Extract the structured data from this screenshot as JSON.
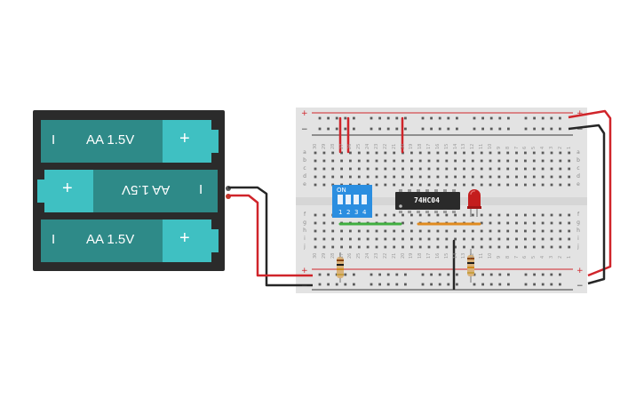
{
  "battery_pack": {
    "cells": [
      {
        "label": "AA 1.5V",
        "negative_symbol": "I",
        "positive_symbol": "+",
        "orientation": "normal"
      },
      {
        "label": "AA 1.5V",
        "negative_symbol": "I",
        "positive_symbol": "+",
        "orientation": "flipped"
      },
      {
        "label": "AA 1.5V",
        "negative_symbol": "I",
        "positive_symbol": "+",
        "orientation": "normal"
      }
    ]
  },
  "dip_switch": {
    "on_label": "ON",
    "switch_numbers": [
      "1",
      "2",
      "3",
      "4"
    ]
  },
  "ic": {
    "label": "74HC04"
  },
  "breadboard": {
    "row_letters_top": [
      "a",
      "b",
      "c",
      "d",
      "e"
    ],
    "row_letters_bottom": [
      "f",
      "g",
      "h",
      "i",
      "j"
    ],
    "column_numbers": [
      "30",
      "29",
      "28",
      "27",
      "26",
      "25",
      "24",
      "23",
      "22",
      "21",
      "20",
      "19",
      "18",
      "17",
      "16",
      "15",
      "14",
      "13",
      "12",
      "11",
      "10",
      "9",
      "8",
      "7",
      "6",
      "5",
      "4",
      "3",
      "2",
      "1"
    ],
    "rail_plus": "+",
    "rail_minus": "−"
  },
  "colors": {
    "board": "#e3e3e3",
    "battery_case": "#2b2b2b",
    "cell_body": "#2e8a88",
    "cell_cap": "#3fc0c2",
    "rail_red": "#d0242a",
    "rail_dark": "#3a3a3a",
    "wire_red": "#d0242a",
    "wire_black": "#262626",
    "wire_green": "#3fae3f",
    "wire_orange": "#e08a1e",
    "dip_blue": "#2b8ee0",
    "ic_body": "#2a2a2a",
    "led_red": "#c41d1d"
  }
}
